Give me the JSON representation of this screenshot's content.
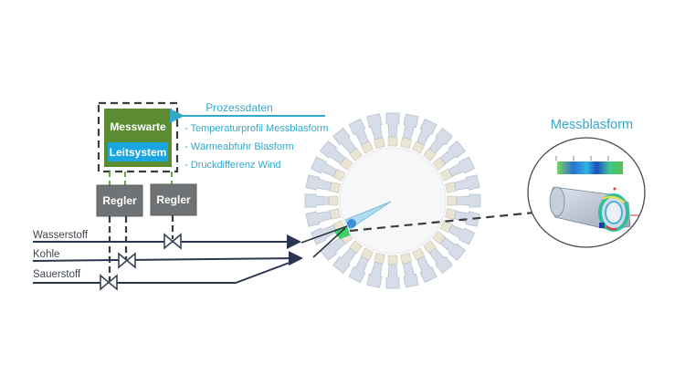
{
  "control": {
    "messwarte_label": "Messwarte",
    "leitsystem_label": "Leitsystem",
    "regler_labels": [
      "Regler",
      "Regler"
    ]
  },
  "process_data": {
    "title": "Prozessdaten",
    "items": [
      "- Temperaturprofil Messblasform",
      "- Wärmeabfuhr Blasform",
      "- Druckdifferenz Wind"
    ]
  },
  "pipes": {
    "labels": [
      "Wasserstoff",
      "Kohle",
      "Sauerstoff"
    ]
  },
  "detail": {
    "title": "Messblasform"
  },
  "colors": {
    "messwarte_green": "#5b8c31",
    "leitsystem_blue": "#1aa6e0",
    "regler_gray": "#6f7375",
    "accent_cyan": "#33a9c9",
    "pipe_navy": "#2c3550",
    "dash_green": "#4f7a32",
    "dash_dark": "#3a3d40",
    "tuyere_fill": "#d6dde8",
    "ring_beige": "#eae4d4"
  }
}
